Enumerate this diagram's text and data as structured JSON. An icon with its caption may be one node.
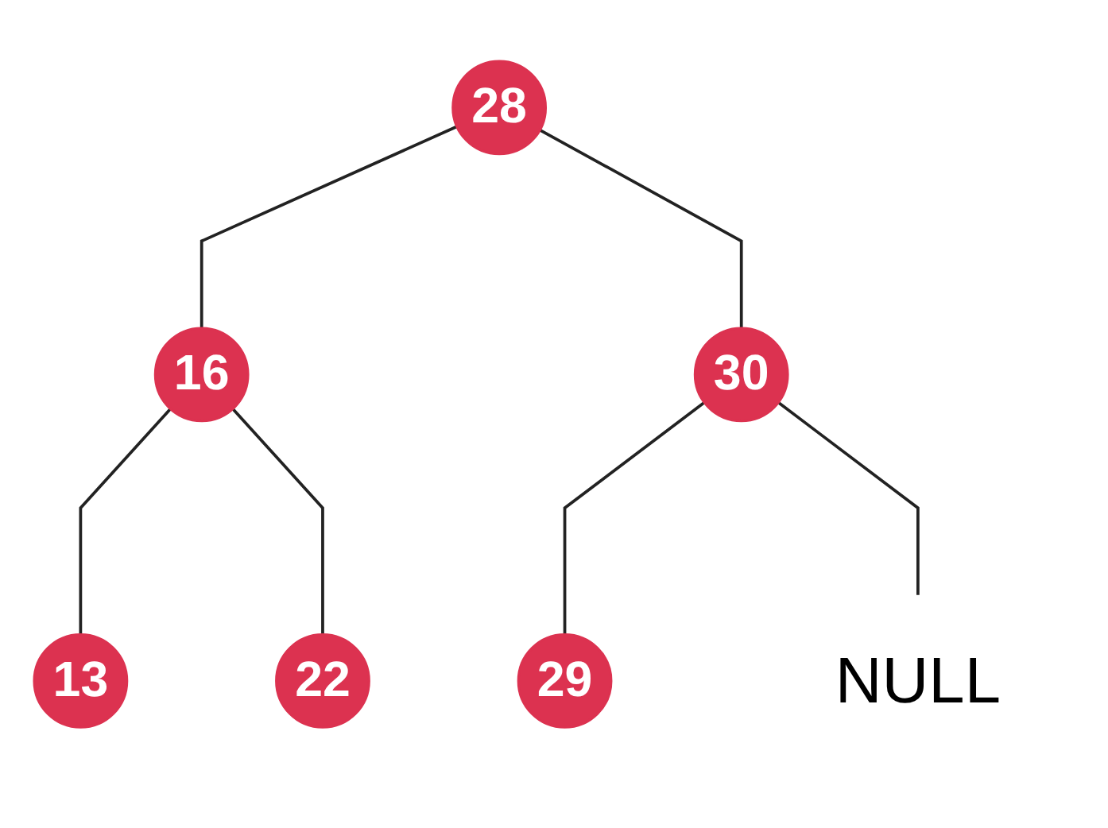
{
  "diagram": {
    "nodes": [
      {
        "text": [
          "28"
        ]
      },
      {
        "text": [
          "16"
        ]
      },
      {
        "text": [
          "30"
        ]
      },
      {
        "text": [
          "13"
        ]
      },
      {
        "text": [
          "22"
        ]
      },
      {
        "text": [
          "29"
        ]
      },
      {
        "text": [
          "NULL"
        ]
      }
    ],
    "edges": [
      {
        "from": 0,
        "to": 1,
        "arrow": "none"
      },
      {
        "from": 0,
        "to": 2,
        "arrow": "none"
      },
      {
        "from": 1,
        "to": 3,
        "arrow": "none"
      },
      {
        "from": 1,
        "to": 4,
        "arrow": "none"
      },
      {
        "from": 2,
        "to": 5,
        "arrow": "none"
      },
      {
        "from": 2,
        "to": 6,
        "arrow": "none"
      }
    ]
  }
}
